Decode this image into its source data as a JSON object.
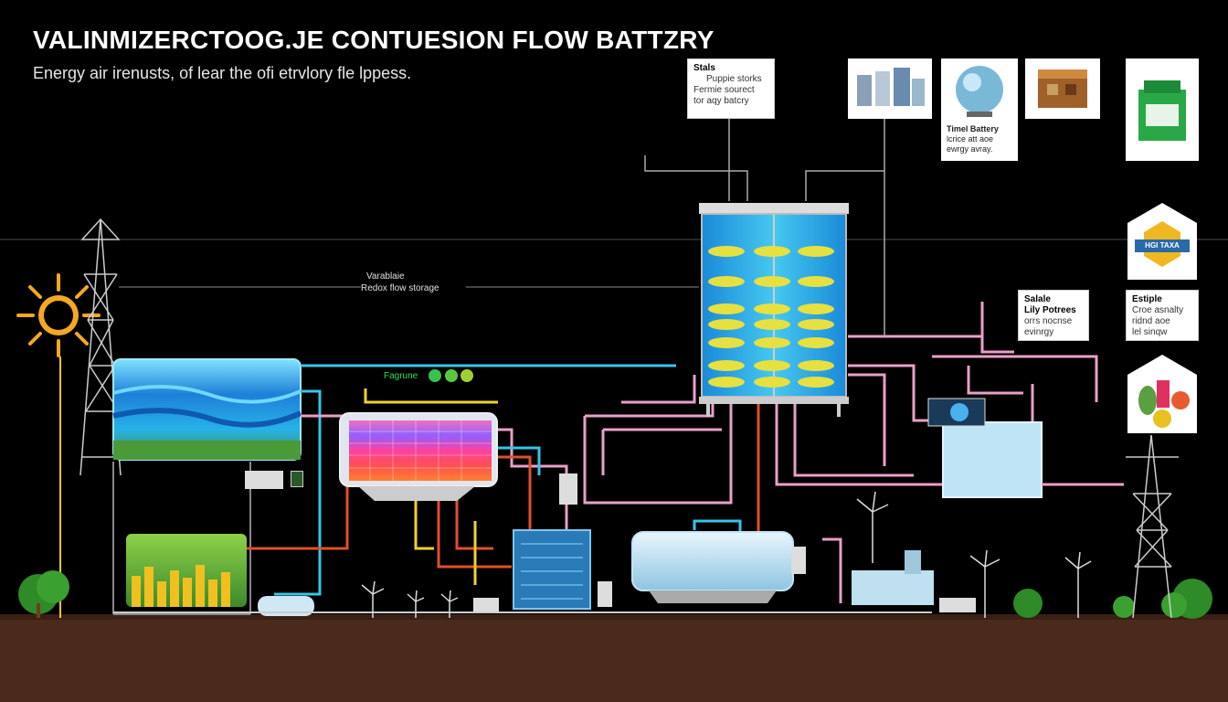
{
  "header": {
    "title": "VALINMIZERCTOOG.JE CONTUESION FLOW BATTZRY",
    "subtitle": "Energy air irenusts, of lear the ofi etrvlory fle lppess."
  },
  "storage_label": {
    "line1": "Varablaie",
    "line2": "Redox flow storage"
  },
  "membrane_tag": "Fagrune",
  "callouts": {
    "top_card": {
      "line1": "Stals",
      "line2": "Puppie storks",
      "line3": "Fermie sourect",
      "line4": "tor aqy batcry"
    },
    "thermal_card": {
      "line1": "Timel Battery",
      "line2": "lcrice att aoe",
      "line3": "ewrgy avray."
    },
    "side_card": {
      "line1": "Salale",
      "line2": "Lily Potrees",
      "line3": "orrs nocnse",
      "line4": "evinrgy"
    },
    "right_card": {
      "line1": "Estiple",
      "line2": "Croe asnalty",
      "line3": "ridnd aoe",
      "line4": "lel sinqw"
    },
    "badge": "HGI TAXA"
  },
  "colors": {
    "background": "#000000",
    "pipe_cyan": "#39c4e6",
    "pipe_pink": "#e8a0c8",
    "pipe_red": "#e0502a",
    "pipe_yellow": "#f0d030",
    "ground": "#4a2a1a",
    "sun": "#f6a821"
  },
  "icons": [
    "sun-icon",
    "power-pylon-icon",
    "wind-turbine-icon",
    "tree-icon",
    "tank-icon",
    "pump-icon"
  ]
}
